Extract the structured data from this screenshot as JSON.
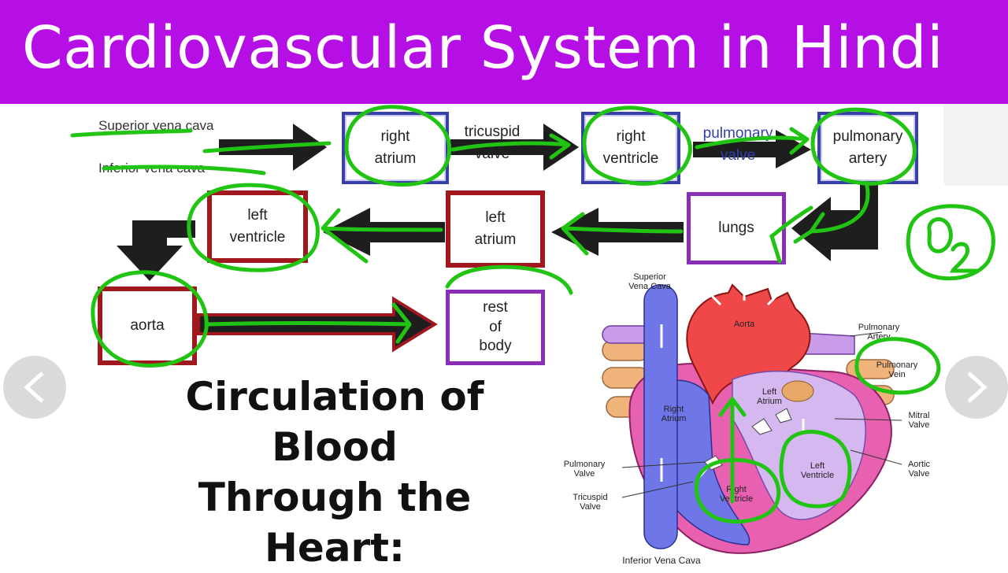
{
  "banner": {
    "title": "Cardiovascular System in Hindi",
    "color": "#b50fe6"
  },
  "flow": {
    "superior_vena_cava": "Superior vena cava",
    "inferior_vena_cava": "Inferior vena cava",
    "right_atrium": [
      "right",
      "atrium"
    ],
    "tricuspid_valve": [
      "tricuspid",
      "valve"
    ],
    "right_ventricle": [
      "right",
      "ventricle"
    ],
    "pulmonary_valve": [
      "pulmonary",
      "valve"
    ],
    "pulmonary_artery": [
      "pulmonary",
      "artery"
    ],
    "lungs": "lungs",
    "left_atrium": [
      "left",
      "atrium"
    ],
    "left_ventricle": [
      "left",
      "ventricle"
    ],
    "aorta": "aorta",
    "rest_of_body": [
      "rest",
      "of",
      "body"
    ]
  },
  "title_lines": [
    "Circulation of",
    "Blood",
    "Through the",
    "Heart:"
  ],
  "heart_labels": {
    "superior_vena_cava": [
      "Superior",
      "Vena Cava"
    ],
    "aorta": "Aorta",
    "pulmonary_artery": [
      "Pulmonary",
      "Artery"
    ],
    "pulmonary_vein": [
      "Pulmonary",
      "Vein"
    ],
    "left_atrium": [
      "Left",
      "Atrium"
    ],
    "right_atrium": [
      "Right",
      "Atrium"
    ],
    "mitral_valve": [
      "Mitral",
      "Valve"
    ],
    "aortic_valve": [
      "Aortic",
      "Valve"
    ],
    "pulmonary_valve": [
      "Pulmonary",
      "Valve"
    ],
    "tricuspid_valve": [
      "Tricuspid",
      "Valve"
    ],
    "right_ventricle": [
      "Right",
      "Ventricle"
    ],
    "left_ventricle": [
      "Left",
      "Ventricle"
    ],
    "inferior_vena_cava": "Inferior Vena Cava"
  },
  "annotation": {
    "o2": "O2",
    "marker_color": "#22c414"
  },
  "nav": {
    "prev_icon": "chevron-left-icon",
    "next_icon": "chevron-right-icon"
  }
}
